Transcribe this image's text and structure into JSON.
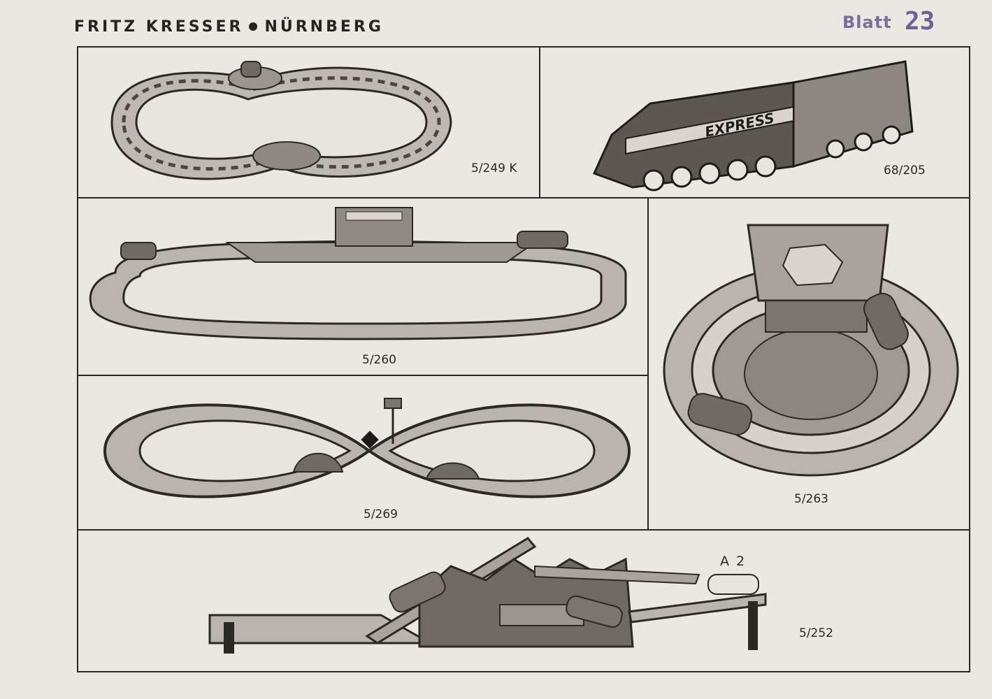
{
  "header": {
    "company": "FRITZ KRESSER",
    "city": "NÜRNBERG"
  },
  "stamp": {
    "label": "Blatt",
    "number": "23"
  },
  "items": [
    {
      "model": "5/249 K",
      "illustration": "figure-eight race track with car"
    },
    {
      "model": "68/205",
      "illustration": "streamlined locomotive",
      "marking": "EXPRESS"
    },
    {
      "model": "5/260",
      "illustration": "oval track with station and cars"
    },
    {
      "model": "5/263",
      "illustration": "circular track with station and buses"
    },
    {
      "model": "5/269",
      "illustration": "figure-eight track with crossing signal and cars"
    },
    {
      "model": "5/252",
      "illustration": "elevated railway with bridge",
      "part_label": "A 2"
    }
  ]
}
